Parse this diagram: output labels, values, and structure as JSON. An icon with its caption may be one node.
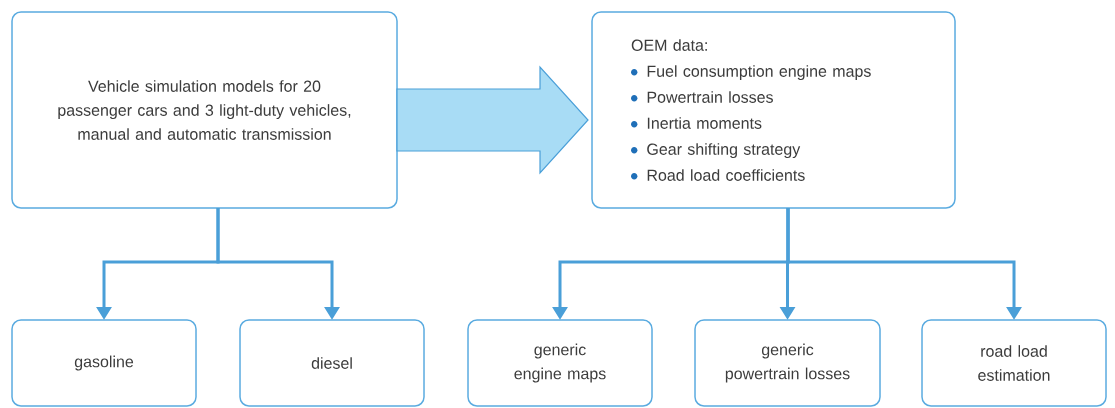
{
  "diagram": {
    "nodes": [
      {
        "text": [
          "Vehicle simulation models for 20 passenger cars and 3 light-duty vehicles, manual and automatic transmission"
        ]
      },
      {
        "text": [
          "OEM data:",
          "Fuel consumption engine maps",
          "Powertrain losses",
          "Inertia moments",
          "Gear shifting strategy",
          "Road load coefficients"
        ]
      },
      {
        "text": [
          "gasoline"
        ]
      },
      {
        "text": [
          "diesel"
        ]
      },
      {
        "text": [
          "generic engine maps"
        ]
      },
      {
        "text": [
          "generic powertrain losses"
        ]
      },
      {
        "text": [
          "road load estimation"
        ]
      }
    ],
    "edges": [
      {
        "from": 0,
        "to": 1,
        "arrow": "to"
      },
      {
        "from": 0,
        "to": 2,
        "arrow": "to"
      },
      {
        "from": 0,
        "to": 3,
        "arrow": "to"
      },
      {
        "from": 1,
        "to": 4,
        "arrow": "to"
      },
      {
        "from": 1,
        "to": 5,
        "arrow": "to"
      },
      {
        "from": 1,
        "to": 6,
        "arrow": "to"
      }
    ]
  }
}
